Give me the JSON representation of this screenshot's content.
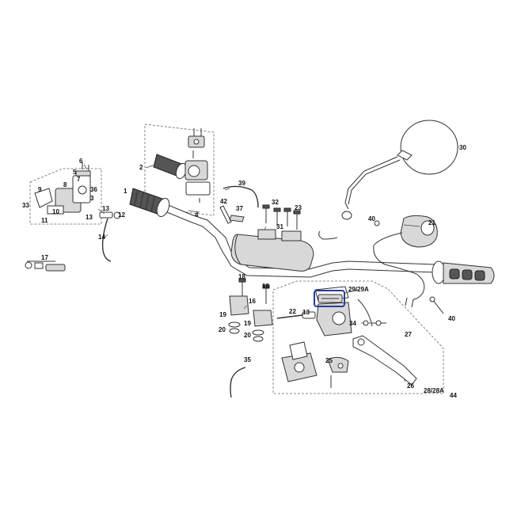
{
  "highlight_color": "#2b3a9b",
  "callouts": {
    "c1": "1",
    "c2": "2",
    "c4": "4",
    "c6": "6",
    "c5": "5",
    "c7": "7",
    "c8": "8",
    "c9": "9",
    "c36": "36",
    "c3": "3",
    "c33": "33",
    "c10": "10",
    "c11": "11",
    "c13a": "13",
    "c12": "12",
    "c13b": "13",
    "c14": "14",
    "c17": "17",
    "c39": "39",
    "c42": "42",
    "c37": "37",
    "c32": "32",
    "c23": "23",
    "c31": "31",
    "c30": "30",
    "c40a": "40",
    "c21": "21",
    "c18a": "18",
    "c18b": "18",
    "c16": "16",
    "c19a": "19",
    "c19b": "19",
    "c20a": "20",
    "c20b": "20",
    "c22": "22",
    "c13c": "13",
    "c2929a": "29/29A",
    "c34": "34",
    "c27": "27",
    "c40b": "40",
    "c35": "35",
    "c25": "25",
    "c26": "26",
    "c2828a": "28/28A",
    "c44": "44"
  }
}
